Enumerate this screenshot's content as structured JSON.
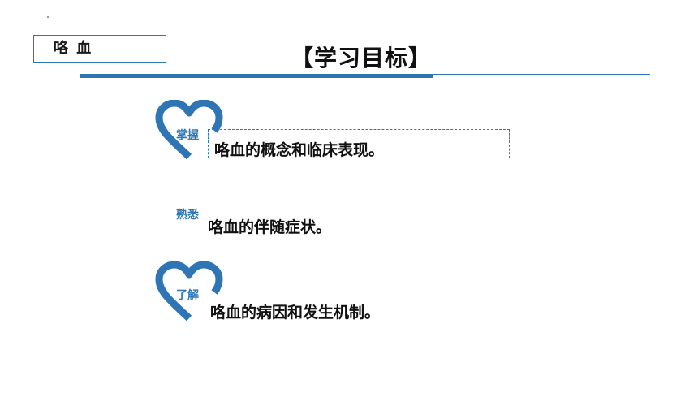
{
  "section_label": "咯 血",
  "title": "【学习目标】",
  "colors": {
    "accent": "#2e75b6",
    "text": "#111111"
  },
  "objectives": [
    {
      "level": "掌握",
      "text": "咯血的概念和临床表现。",
      "icon": "heart-icon"
    },
    {
      "level": "熟悉",
      "text": "咯血的伴随症状。"
    },
    {
      "level": "了解",
      "text": "咯血的病因和发生机制。",
      "icon": "heart-icon"
    }
  ]
}
